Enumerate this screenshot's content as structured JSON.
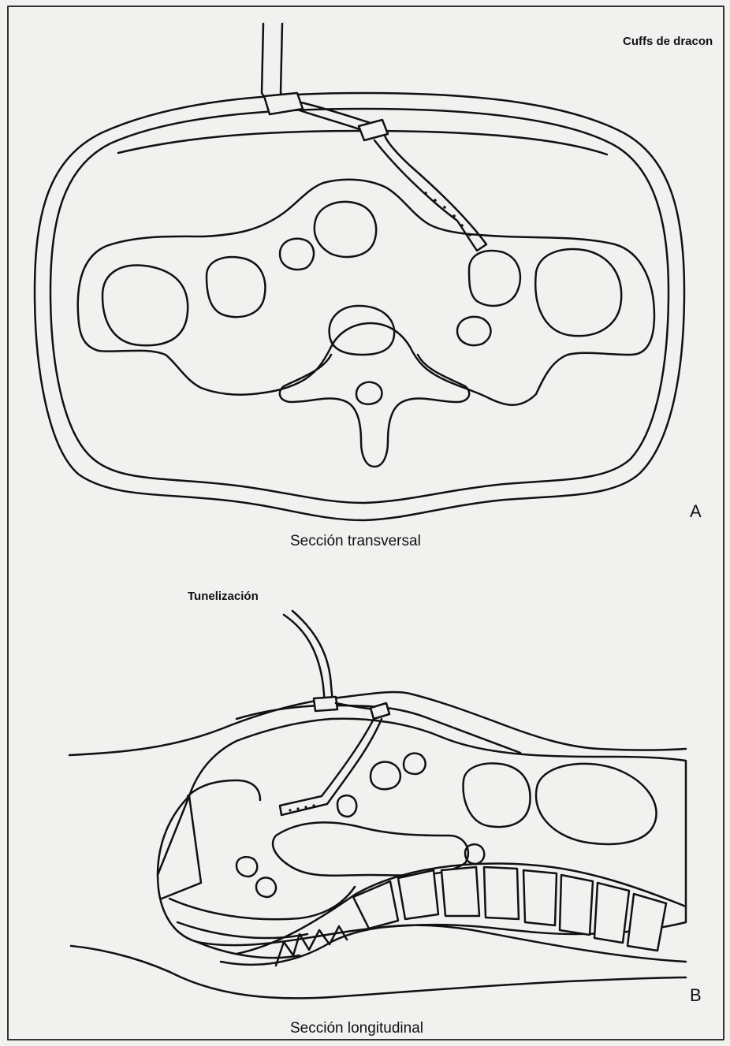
{
  "panel_a": {
    "label_cuffs": "Cuffs de dracon",
    "letter": "A",
    "caption": "Sección transversal"
  },
  "panel_b": {
    "label_tunnel": "Tunelización",
    "letter": "B",
    "caption": "Sección longitudinal"
  },
  "colors": {
    "paper": "#f1f1ef",
    "ink": "#111111",
    "frame": "#333333"
  }
}
